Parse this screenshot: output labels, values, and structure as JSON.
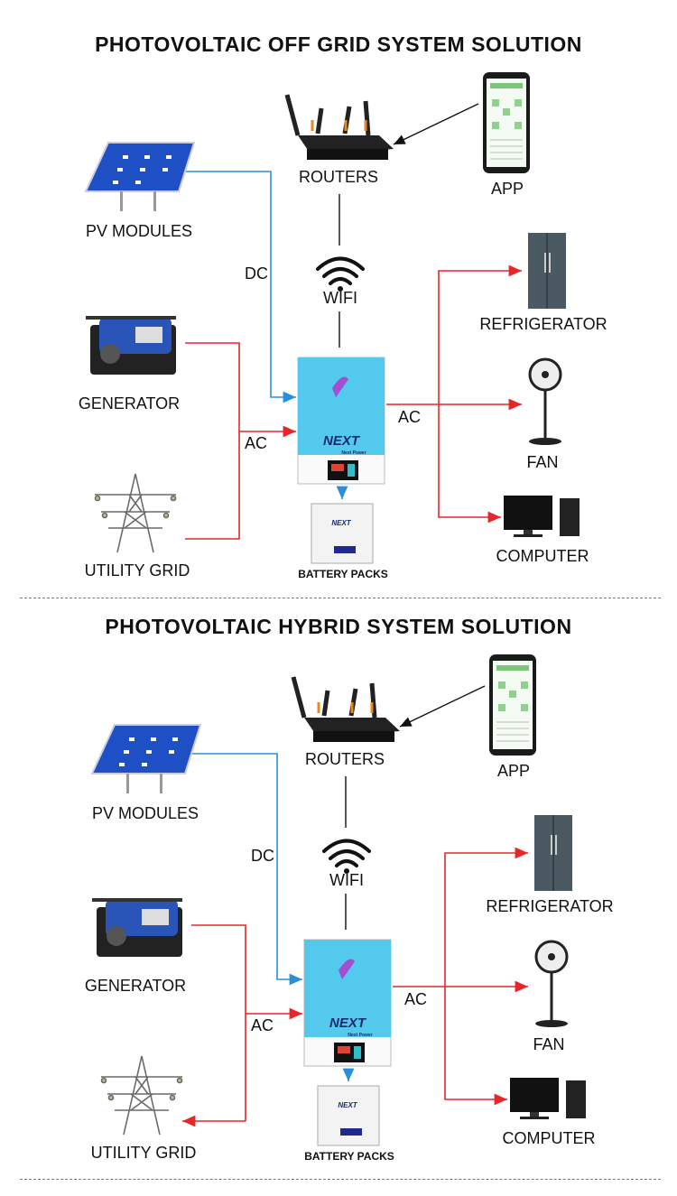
{
  "top": {
    "title": "PHOTOVOLTAIC OFF GRID SYSTEM SOLUTION",
    "labels": {
      "routers": "ROUTERS",
      "app": "APP",
      "pv": "PV MODULES",
      "dc": "DC",
      "wifi": "WIFI",
      "generator": "GENERATOR",
      "ac_in": "AC",
      "ac_out": "AC",
      "utility": "UTILITY GRID",
      "battery": "BATTERY PACKS",
      "refrigerator": "REFRIGERATOR",
      "fan": "FAN",
      "computer": "COMPUTER"
    },
    "brand": "NEXT",
    "brand_sub": "Next Power"
  },
  "bottom": {
    "title": "PHOTOVOLTAIC HYBRID SYSTEM SOLUTION",
    "labels": {
      "routers": "ROUTERS",
      "app": "APP",
      "pv": "PV MODULES",
      "dc": "DC",
      "wifi": "WIFI",
      "generator": "GENERATOR",
      "ac_in": "AC",
      "ac_out": "AC",
      "utility": "UTILITY GRID",
      "battery": "BATTERY PACKS",
      "refrigerator": "REFRIGERATOR",
      "fan": "FAN",
      "computer": "COMPUTER"
    },
    "brand": "NEXT",
    "brand_sub": "Next Power"
  },
  "colors": {
    "ac_line": "#e8262a",
    "dc_line": "#2a8fd8",
    "inverter_top": "#54c9ee",
    "panel_blue": "#1f4fc4"
  }
}
